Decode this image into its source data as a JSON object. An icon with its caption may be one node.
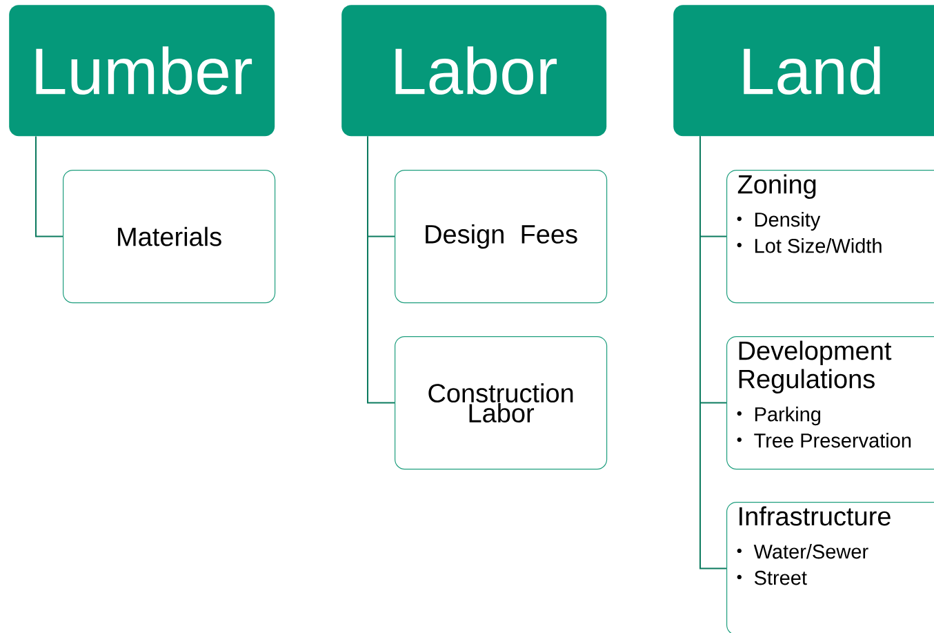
{
  "diagram": {
    "nodes": [
      {
        "text": [
          "Lumber"
        ]
      },
      {
        "text": [
          "Materials"
        ]
      },
      {
        "text": [
          "Labor"
        ]
      },
      {
        "text": [
          "Design Fees"
        ]
      },
      {
        "text": [
          "Construction Labor"
        ]
      },
      {
        "text": [
          "Land"
        ]
      },
      {
        "text": [
          "Zoning",
          "Density",
          "Lot Size/Width"
        ]
      },
      {
        "text": [
          "Development Regulations",
          "Parking",
          "Tree Preservation"
        ]
      },
      {
        "text": [
          "Infrastructure",
          "Water/Sewer",
          "Street"
        ]
      }
    ],
    "edges": [
      {
        "from": 0,
        "to": 1,
        "arrow": "none"
      },
      {
        "from": 2,
        "to": 3,
        "arrow": "none"
      },
      {
        "from": 2,
        "to": 4,
        "arrow": "none"
      },
      {
        "from": 5,
        "to": 6,
        "arrow": "none"
      },
      {
        "from": 5,
        "to": 7,
        "arrow": "none"
      },
      {
        "from": 5,
        "to": 8,
        "arrow": "none"
      }
    ]
  }
}
